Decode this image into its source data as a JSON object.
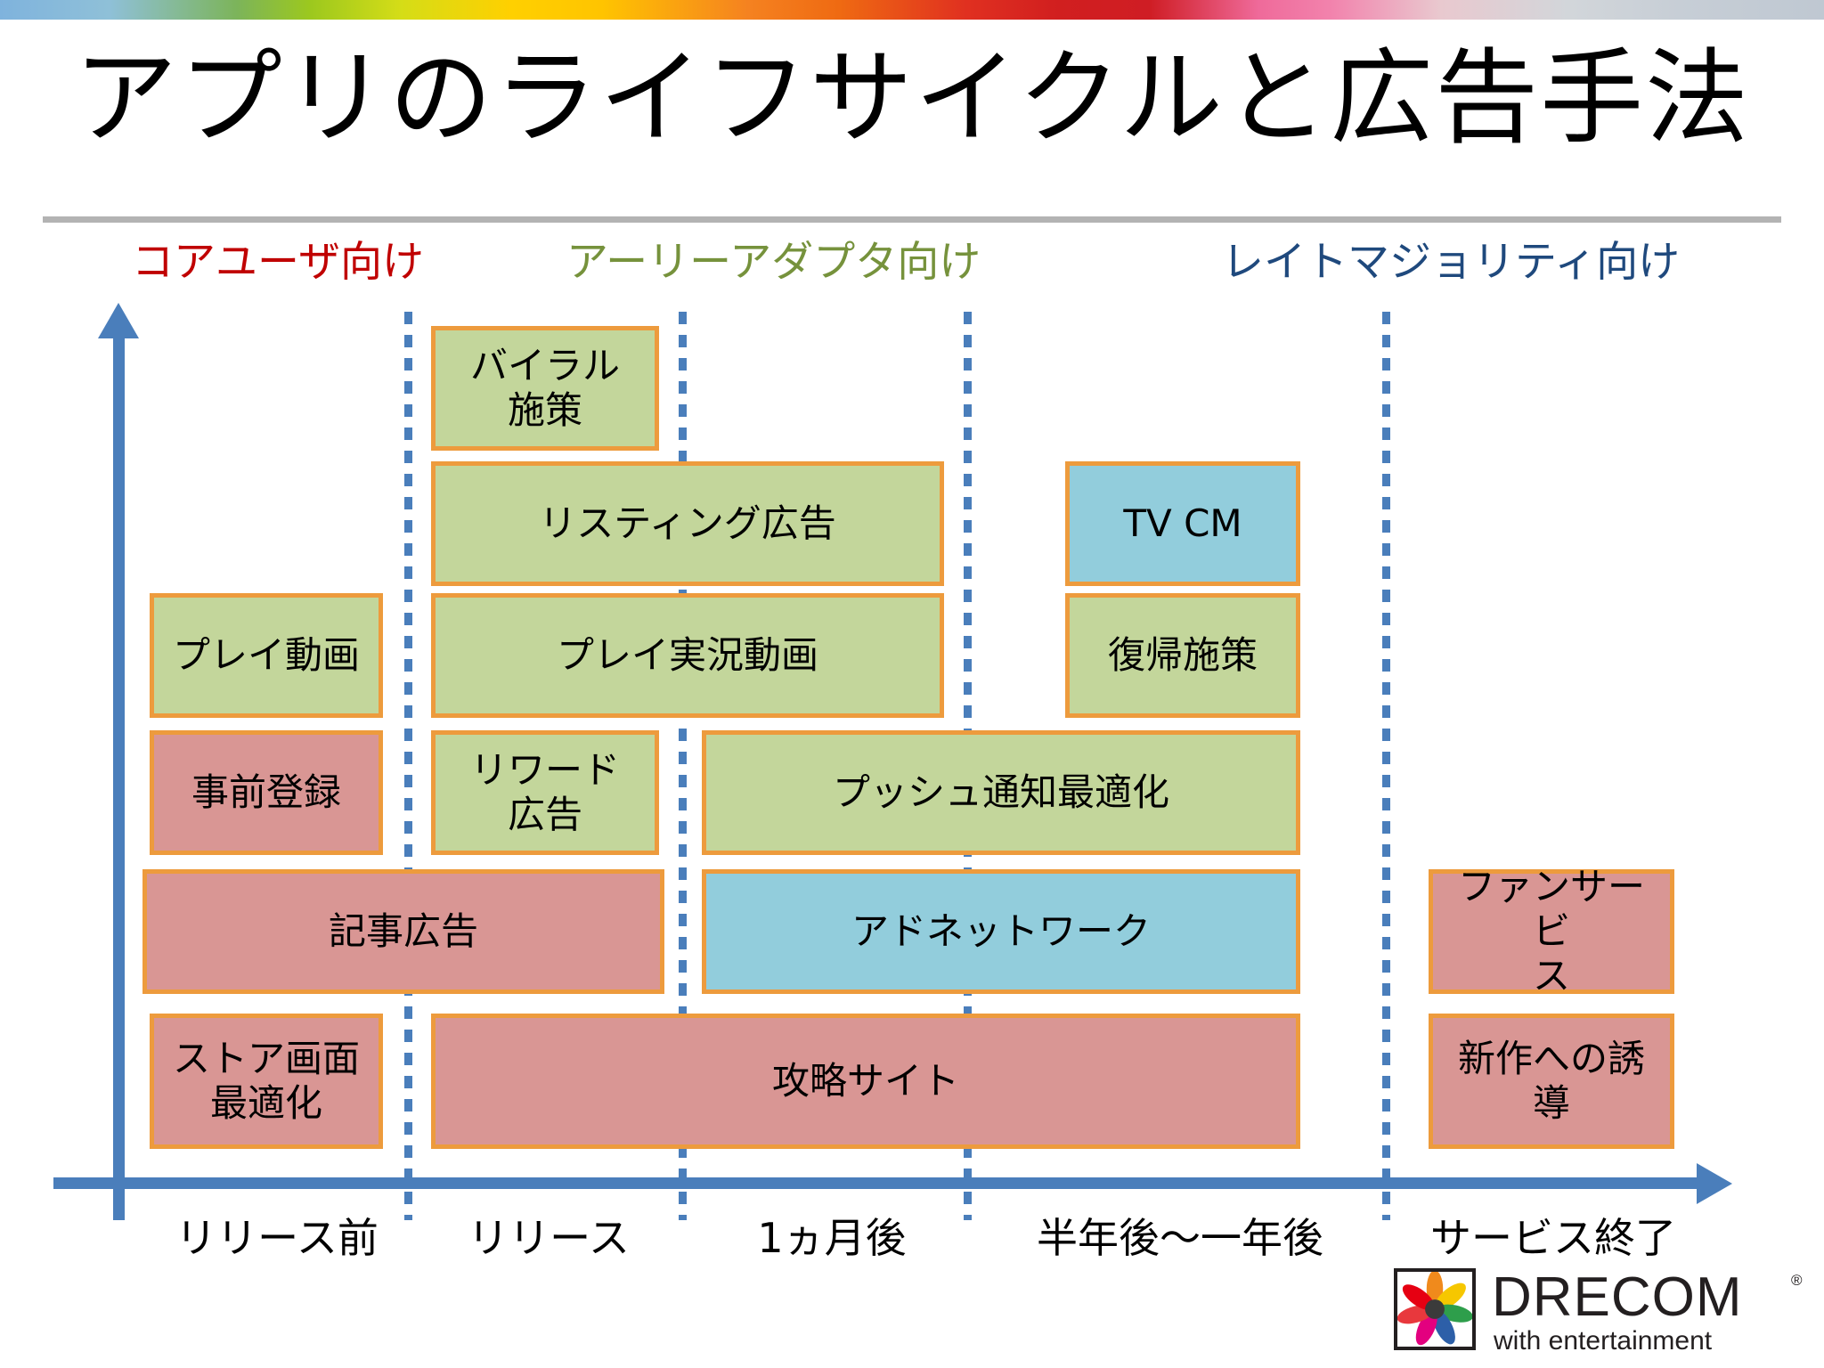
{
  "slide": {
    "title": "アプリのライフサイクルと広告手法",
    "accent_rule_color": "#b3b3b3"
  },
  "segments": [
    {
      "label": "コアユーザ向け",
      "color": "#c00000"
    },
    {
      "label": "アーリーアダプタ向け",
      "color": "#76923c"
    },
    {
      "label": "レイトマジョリティ向け",
      "color": "#1f497d"
    }
  ],
  "axis": {
    "color": "#4a7ebb",
    "ticks": [
      {
        "label": "リリース前"
      },
      {
        "label": "リリース"
      },
      {
        "label": "1ヵ月後"
      },
      {
        "label": "半年後～一年後"
      },
      {
        "label": "サービス終了"
      }
    ]
  },
  "legend_colors": {
    "green": "#c3d69b",
    "pink": "#d99694",
    "blue": "#92cddc",
    "border": "#ed9b3d"
  },
  "boxes": [
    {
      "label": "バイラル\n施策",
      "color": "green"
    },
    {
      "label": "リスティング広告",
      "color": "green"
    },
    {
      "label": "TV CM",
      "color": "blue"
    },
    {
      "label": "プレイ動画",
      "color": "green"
    },
    {
      "label": "プレイ実況動画",
      "color": "green"
    },
    {
      "label": "復帰施策",
      "color": "green"
    },
    {
      "label": "事前登録",
      "color": "pink"
    },
    {
      "label": "リワード\n広告",
      "color": "green"
    },
    {
      "label": "プッシュ通知最適化",
      "color": "green"
    },
    {
      "label": "記事広告",
      "color": "pink"
    },
    {
      "label": "アドネットワーク",
      "color": "blue"
    },
    {
      "label": "ファンサービ\nス",
      "color": "pink"
    },
    {
      "label": "ストア画面\n最適化",
      "color": "pink"
    },
    {
      "label": "攻略サイト",
      "color": "pink"
    },
    {
      "label": "新作への誘\n導",
      "color": "pink"
    }
  ],
  "logo": {
    "wordmark": "DRECOM",
    "registered": "®",
    "tagline": "with entertainment"
  }
}
